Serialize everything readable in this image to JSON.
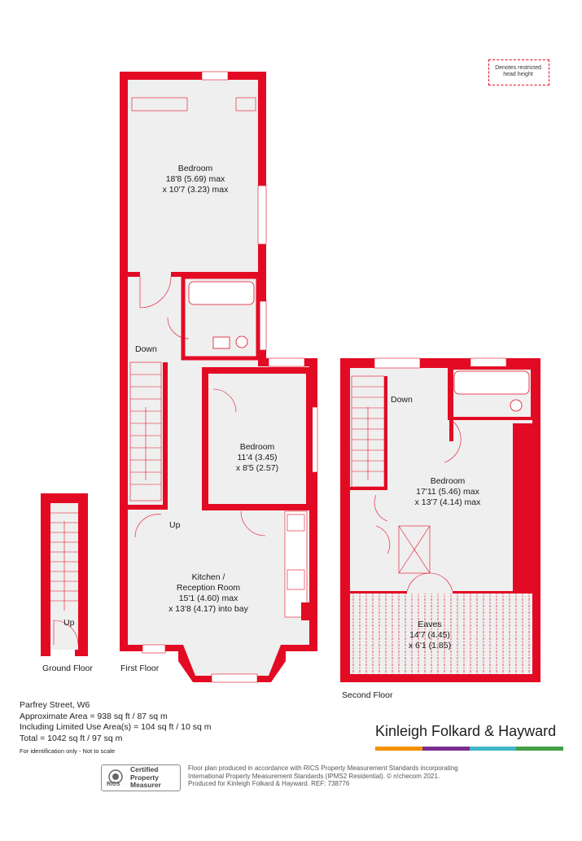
{
  "legend": {
    "line1": "Denotes restricted",
    "line2": "head height"
  },
  "rooms": {
    "bedroom1": {
      "name": "Bedroom",
      "dim1": "18'8 (5.69) max",
      "dim2": "x 10'7 (3.23) max"
    },
    "bedroom2": {
      "name": "Bedroom",
      "dim1": "11'4 (3.45)",
      "dim2": "x 8'5 (2.57)"
    },
    "kitchen": {
      "name1": "Kitchen /",
      "name2": "Reception Room",
      "dim1": "15'1 (4.60) max",
      "dim2": "x 13'8 (4.17) into bay"
    },
    "bedroom3": {
      "name": "Bedroom",
      "dim1": "17'11 (5.46) max",
      "dim2": "x 13'7 (4.14) max"
    },
    "eaves": {
      "name": "Eaves",
      "dim1": "14'7 (4.45)",
      "dim2": "x 6'1 (1.85)"
    }
  },
  "stair_labels": {
    "first_down": "Down",
    "first_up": "Up",
    "ground_up": "Up",
    "second_down": "Down"
  },
  "floors": {
    "ground": "Ground Floor",
    "first": "First Floor",
    "second": "Second Floor"
  },
  "info": {
    "address": "Parfrey Street, W6",
    "approx_area": "Approximate Area = 938 sq ft / 87 sq m",
    "limited_use": "Including Limited Use Area(s) = 104 sq ft / 10 sq m",
    "total": "Total = 1042 sq ft / 97 sq m",
    "note": "For identification only - Not to scale"
  },
  "brand": {
    "name": "Kinleigh Folkard & Hayward",
    "bar_colors": [
      "#f39200",
      "#7b2d8e",
      "#3fb5c6",
      "#43a047"
    ]
  },
  "rics": {
    "line1": "Certified",
    "line2": "Property",
    "line3": "Measurer",
    "logo_text": "RICS"
  },
  "credits": {
    "line1": "Floor plan produced in accordance with RICS Property Measurement Standards incorporating",
    "line2": "International Property Measurement Standards (IPMS2 Residential).  © n!checom 2021.",
    "line3": "Produced for Kinleigh Folkard & Hayward.   REF: 738776"
  },
  "colors": {
    "wall": "#e30b24",
    "floor": "#efefef",
    "line": "#e30b24"
  }
}
